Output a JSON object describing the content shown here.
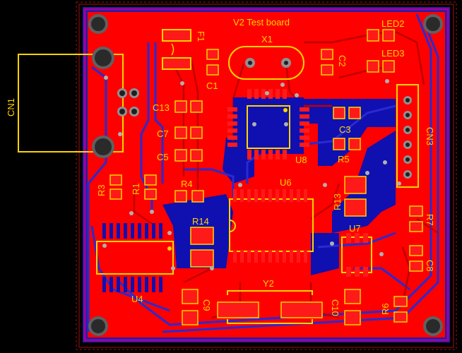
{
  "board": {
    "title": "V2 Test board",
    "colors": {
      "background": "#000000",
      "outline": "#8b0000",
      "top_copper": "#ff0000",
      "bottom_copper": "#1010b0",
      "silkscreen": "#ffd400",
      "pad": "#ff1a1a",
      "trace_top": "#d00000",
      "trace_bottom": "#2a2ad0",
      "via": "#b0b0b0",
      "mount_hole": "#606060",
      "keepout": "#a000a0"
    }
  },
  "designators": {
    "cn1": "CN1",
    "f1": "F1",
    "x1": "X1",
    "c1": "C1",
    "c2": "C2",
    "led2": "LED2",
    "led3": "LED3",
    "c13": "C13",
    "c7": "C7",
    "c5": "C5",
    "u8": "U8",
    "c3": "C3",
    "r5": "R5",
    "cn3": "CN3",
    "r3": "R3",
    "r1": "R1",
    "r4": "R4",
    "u6": "U6",
    "r13": "R13",
    "r14": "R14",
    "u7": "U7",
    "r7": "R7",
    "c8": "C8",
    "u4": "U4",
    "y2": "Y2",
    "c9": "C9",
    "c10": "C10",
    "r6": "R6"
  }
}
